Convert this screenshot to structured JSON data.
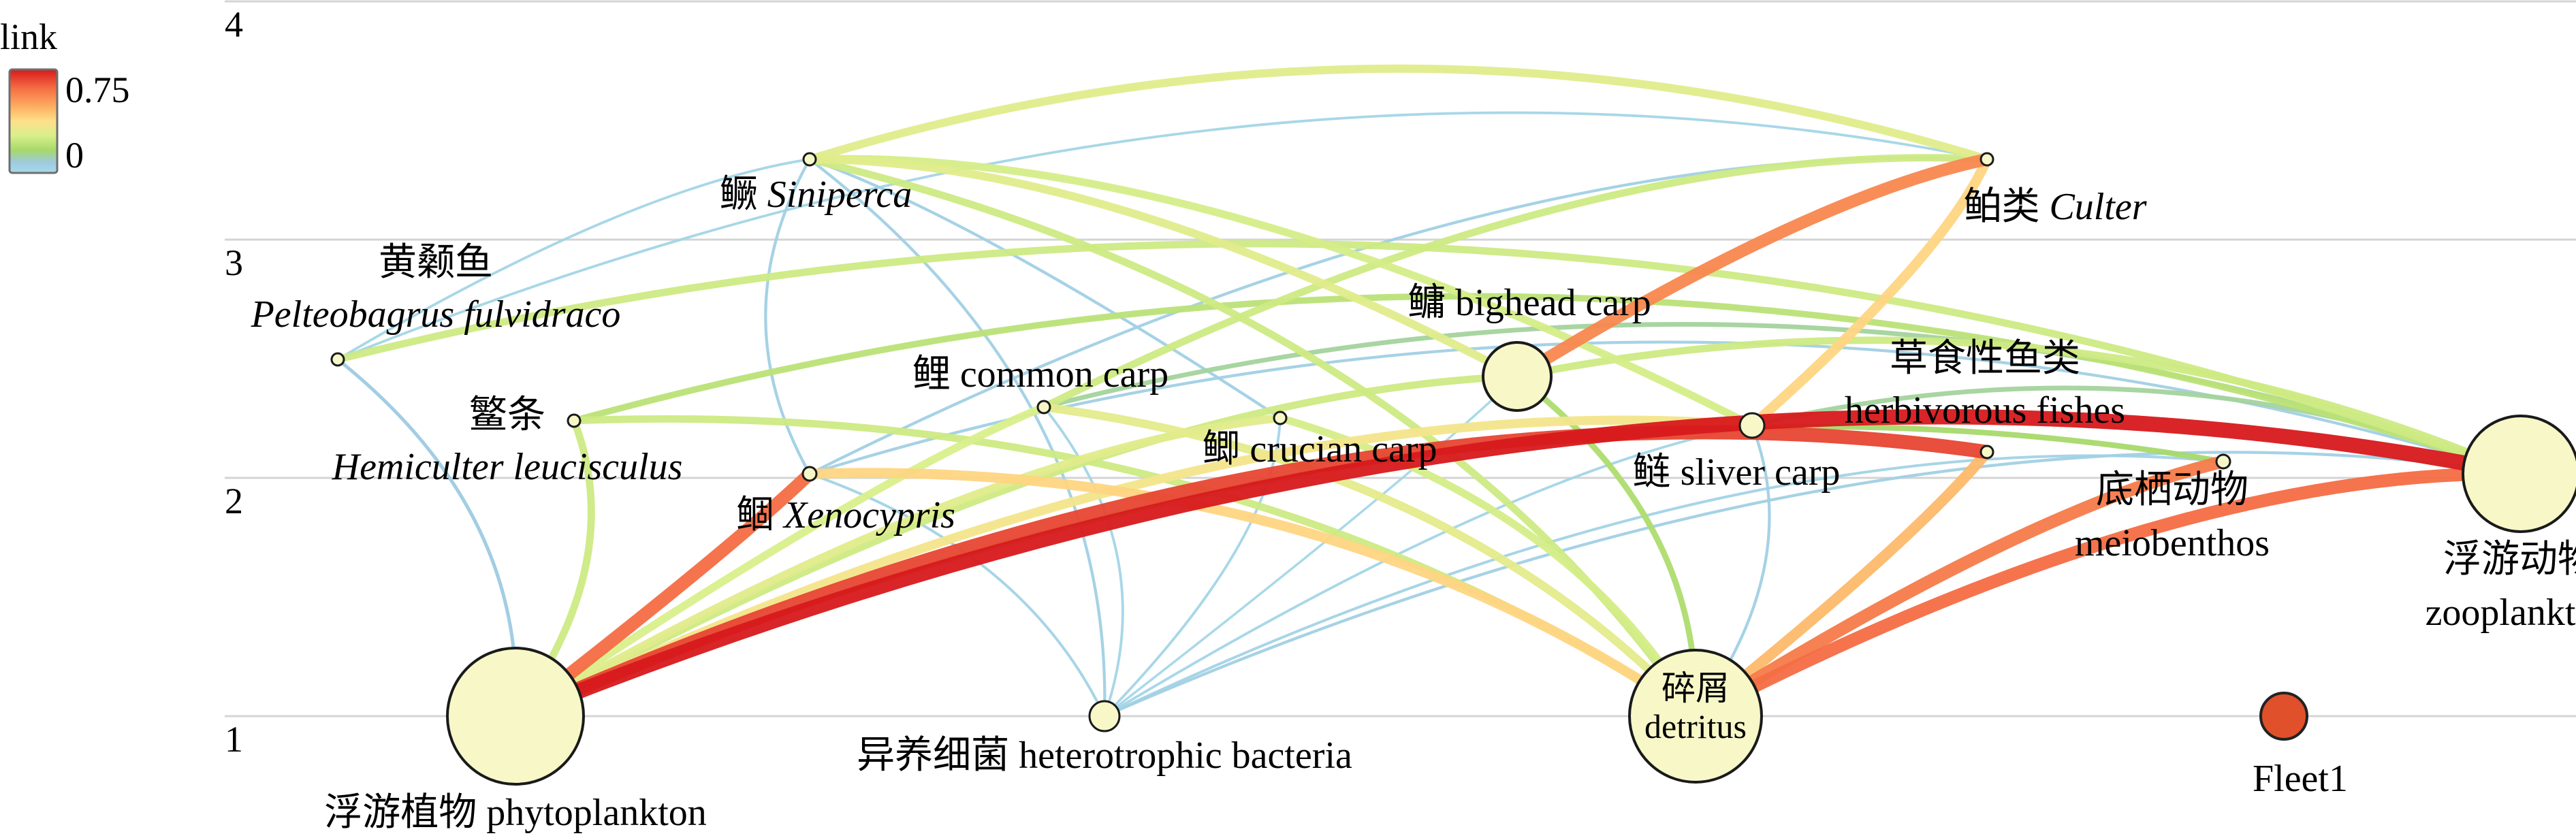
{
  "legend": {
    "title": "link",
    "max_label": "0.75",
    "min_label": "0",
    "gradient_colors": [
      "#d7191c",
      "#f46d43",
      "#fdae61",
      "#fee08b",
      "#d9ef8b",
      "#a6d96a",
      "#9ecae1",
      "#a6dbe9"
    ]
  },
  "axis": {
    "ticks": [
      {
        "value": 4,
        "label": "4"
      },
      {
        "value": 3,
        "label": "3"
      },
      {
        "value": 2,
        "label": "2"
      },
      {
        "value": 1,
        "label": "1"
      }
    ]
  },
  "nodes": [
    {
      "id": "phyto",
      "cn": "浮游植物",
      "en": "phytoplankton",
      "italic": false,
      "trophic_level": 1.0,
      "kind": "big"
    },
    {
      "id": "bact",
      "cn": "异养细菌",
      "en": "heterotrophic bacteria",
      "italic": false,
      "trophic_level": 1.0,
      "kind": "small"
    },
    {
      "id": "detritus",
      "cn": "碎屑",
      "en": "detritus",
      "italic": false,
      "trophic_level": 1.0,
      "kind": "big"
    },
    {
      "id": "fleet",
      "cn": "",
      "en": "Fleet1",
      "italic": false,
      "trophic_level": 1.0,
      "kind": "fleet"
    },
    {
      "id": "zoo",
      "cn": "浮游动物",
      "en": "zooplankton",
      "italic": false,
      "trophic_level": 2.0,
      "kind": "big"
    },
    {
      "id": "meio",
      "cn": "底栖动物",
      "en": "meiobenthos",
      "italic": false,
      "trophic_level": 2.0,
      "kind": "tiny"
    },
    {
      "id": "xeno",
      "cn": "鲴",
      "en": "Xenocypris",
      "italic": true,
      "trophic_level": 2.0,
      "kind": "tiny"
    },
    {
      "id": "herb",
      "cn": "草食性鱼类",
      "en": "herbivorous fishes",
      "italic": false,
      "trophic_level": 2.1,
      "kind": "tiny"
    },
    {
      "id": "crucian",
      "cn": "鲫",
      "en": "crucian carp",
      "italic": false,
      "trophic_level": 2.3,
      "kind": "tiny"
    },
    {
      "id": "silver",
      "cn": "鲢",
      "en": "sliver carp",
      "italic": false,
      "trophic_level": 2.2,
      "kind": "small"
    },
    {
      "id": "hemi",
      "cn": "鳘条",
      "en": "Hemiculter leucisculus",
      "italic": true,
      "trophic_level": 2.3,
      "kind": "tiny"
    },
    {
      "id": "common",
      "cn": "鲤",
      "en": "common carp",
      "italic": false,
      "trophic_level": 2.3,
      "kind": "tiny"
    },
    {
      "id": "bighead",
      "cn": "鳙",
      "en": "bighead carp",
      "italic": false,
      "trophic_level": 2.5,
      "kind": "medium"
    },
    {
      "id": "pelteo",
      "cn": "黄颡鱼",
      "en": "Pelteobagrus fulvidraco",
      "italic": true,
      "trophic_level": 2.5,
      "kind": "tiny"
    },
    {
      "id": "sinip",
      "cn": "鳜",
      "en": "Siniperca",
      "italic": true,
      "trophic_level": 3.3,
      "kind": "tiny"
    },
    {
      "id": "culter",
      "cn": "鲌类",
      "en": "Culter",
      "italic": true,
      "trophic_level": 3.3,
      "kind": "tiny"
    }
  ],
  "links": [
    {
      "from": "phyto",
      "to": "zoo",
      "value": 0.75
    },
    {
      "from": "phyto",
      "to": "herb",
      "value": 0.68
    },
    {
      "from": "phyto",
      "to": "xeno",
      "value": 0.62
    },
    {
      "from": "phyto",
      "to": "silver",
      "value": 0.4
    },
    {
      "from": "phyto",
      "to": "crucian",
      "value": 0.35
    },
    {
      "from": "phyto",
      "to": "common",
      "value": 0.33
    },
    {
      "from": "phyto",
      "to": "bighead",
      "value": 0.3
    },
    {
      "from": "phyto",
      "to": "hemi",
      "value": 0.3
    },
    {
      "from": "phyto",
      "to": "pelteo",
      "value": 0.08
    },
    {
      "from": "phyto",
      "to": "meio",
      "value": 0.2
    },
    {
      "from": "detritus",
      "to": "zoo",
      "value": 0.62
    },
    {
      "from": "detritus",
      "to": "meio",
      "value": 0.6
    },
    {
      "from": "detritus",
      "to": "xeno",
      "value": 0.45
    },
    {
      "from": "detritus",
      "to": "crucian",
      "value": 0.32
    },
    {
      "from": "detritus",
      "to": "common",
      "value": 0.36
    },
    {
      "from": "detritus",
      "to": "hemi",
      "value": 0.3
    },
    {
      "from": "detritus",
      "to": "bighead",
      "value": 0.22
    },
    {
      "from": "detritus",
      "to": "silver",
      "value": 0.05
    },
    {
      "from": "detritus",
      "to": "herb",
      "value": 0.5
    },
    {
      "from": "detritus",
      "to": "sinip",
      "value": 0.3
    },
    {
      "from": "bact",
      "to": "zoo",
      "value": 0.05
    },
    {
      "from": "bact",
      "to": "meio",
      "value": 0.04
    },
    {
      "from": "bact",
      "to": "xeno",
      "value": 0.04
    },
    {
      "from": "bact",
      "to": "crucian",
      "value": 0.03
    },
    {
      "from": "bact",
      "to": "common",
      "value": 0.03
    },
    {
      "from": "bact",
      "to": "bighead",
      "value": 0.02
    },
    {
      "from": "bact",
      "to": "silver",
      "value": 0.03
    },
    {
      "from": "bact",
      "to": "sinip",
      "value": 0.05
    },
    {
      "from": "zoo",
      "to": "bighead",
      "value": 0.3
    },
    {
      "from": "zoo",
      "to": "silver",
      "value": 0.15
    },
    {
      "from": "zoo",
      "to": "hemi",
      "value": 0.25
    },
    {
      "from": "zoo",
      "to": "pelteo",
      "value": 0.3
    },
    {
      "from": "zoo",
      "to": "common",
      "value": 0.15
    },
    {
      "from": "zoo",
      "to": "xeno",
      "value": 0.05
    },
    {
      "from": "bighead",
      "to": "culter",
      "value": 0.58
    },
    {
      "from": "silver",
      "to": "culter",
      "value": 0.45
    },
    {
      "from": "common",
      "to": "culter",
      "value": 0.3
    },
    {
      "from": "xeno",
      "to": "culter",
      "value": 0.05
    },
    {
      "from": "sinip",
      "to": "culter",
      "value": 0.35
    },
    {
      "from": "sinip",
      "to": "bighead",
      "value": 0.35
    },
    {
      "from": "sinip",
      "to": "silver",
      "value": 0.32
    },
    {
      "from": "sinip",
      "to": "crucian",
      "value": 0.05
    },
    {
      "from": "sinip",
      "to": "xeno",
      "value": 0.05
    },
    {
      "from": "pelteo",
      "to": "culter",
      "value": 0.03
    },
    {
      "from": "pelteo",
      "to": "sinip",
      "value": 0.03
    }
  ]
}
